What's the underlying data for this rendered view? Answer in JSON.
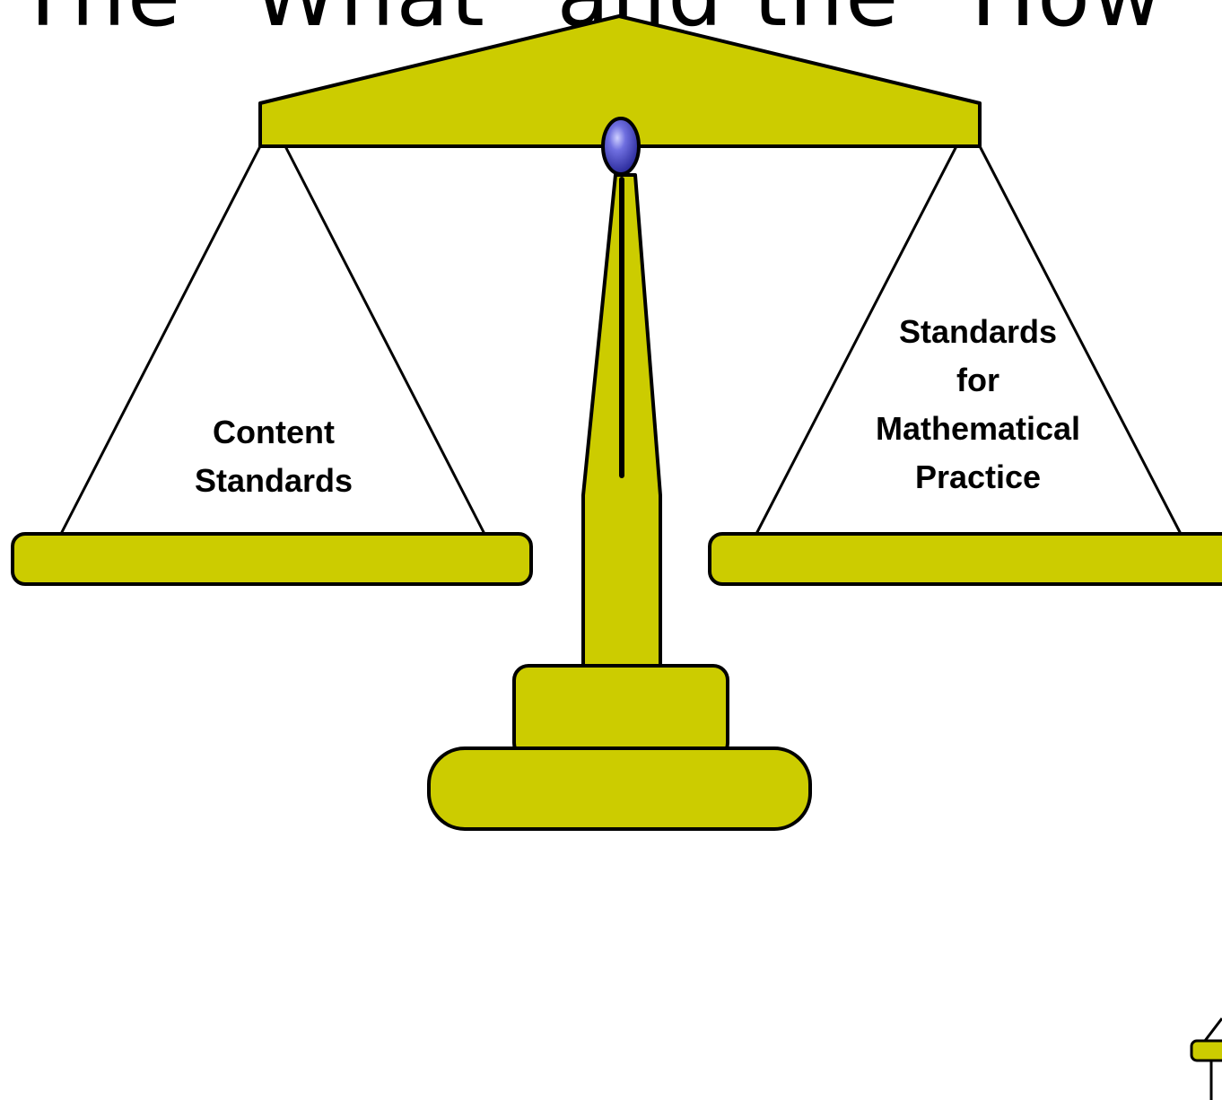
{
  "title": "The \"What\" and the \"How\"",
  "left_pan": {
    "lines": [
      "Content",
      "Standards"
    ]
  },
  "right_pan": {
    "lines": [
      "Standards",
      "for",
      "Mathematical",
      "Practice"
    ]
  },
  "colors": {
    "scale_fill": "#CCCC00",
    "outline": "#000000",
    "pivot_knob": "#3535B0",
    "background": "#FFFFFF"
  }
}
